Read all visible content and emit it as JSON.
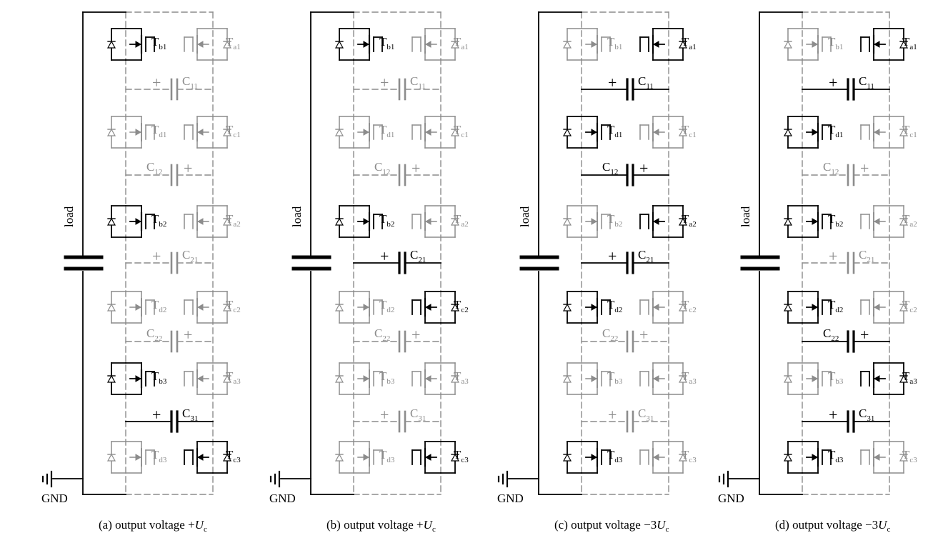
{
  "colors": {
    "active": "#000000",
    "inactive": "#8c8c8c",
    "background": "#ffffff"
  },
  "labels": {
    "load": "load",
    "gnd": "GND",
    "plus": "+",
    "cap_main": "C",
    "tr_main": "T",
    "out_prefix": "output voltage ",
    "out_sub": "c"
  },
  "panels": [
    {
      "id": "a",
      "tag": "(a)",
      "voltage": "+",
      "voltage_var": "U",
      "left_switches": [
        {
          "name": "b1",
          "state": "on"
        },
        {
          "name": "d1",
          "state": "off"
        },
        {
          "name": "b2",
          "state": "on"
        },
        {
          "name": "d2",
          "state": "off"
        },
        {
          "name": "b3",
          "state": "on"
        },
        {
          "name": "d3",
          "state": "off"
        }
      ],
      "right_switches": [
        {
          "name": "a1",
          "state": "off"
        },
        {
          "name": "c1",
          "state": "off"
        },
        {
          "name": "a2",
          "state": "off"
        },
        {
          "name": "c2",
          "state": "off"
        },
        {
          "name": "a3",
          "state": "off"
        },
        {
          "name": "c3",
          "state": "on"
        }
      ],
      "capacitors": [
        {
          "name": "11",
          "state": "off",
          "plus_side": "left"
        },
        {
          "name": "12",
          "state": "off",
          "plus_side": "right"
        },
        {
          "name": "21",
          "state": "off",
          "plus_side": "left"
        },
        {
          "name": "22",
          "state": "off",
          "plus_side": "right"
        },
        {
          "name": "31",
          "state": "on",
          "plus_side": "left"
        }
      ]
    },
    {
      "id": "b",
      "tag": "(b)",
      "voltage": "+",
      "voltage_var": "U",
      "left_switches": [
        {
          "name": "b1",
          "state": "on"
        },
        {
          "name": "d1",
          "state": "off"
        },
        {
          "name": "b2",
          "state": "on"
        },
        {
          "name": "d2",
          "state": "off"
        },
        {
          "name": "b3",
          "state": "off"
        },
        {
          "name": "d3",
          "state": "off"
        }
      ],
      "right_switches": [
        {
          "name": "a1",
          "state": "off"
        },
        {
          "name": "c1",
          "state": "off"
        },
        {
          "name": "a2",
          "state": "off"
        },
        {
          "name": "c2",
          "state": "on"
        },
        {
          "name": "a3",
          "state": "off"
        },
        {
          "name": "c3",
          "state": "on"
        }
      ],
      "capacitors": [
        {
          "name": "11",
          "state": "off",
          "plus_side": "left"
        },
        {
          "name": "12",
          "state": "off",
          "plus_side": "right"
        },
        {
          "name": "21",
          "state": "on",
          "plus_side": "left"
        },
        {
          "name": "22",
          "state": "off",
          "plus_side": "right"
        },
        {
          "name": "31",
          "state": "off",
          "plus_side": "left"
        }
      ]
    },
    {
      "id": "c",
      "tag": "(c)",
      "voltage": "−3",
      "voltage_var": "U",
      "left_switches": [
        {
          "name": "b1",
          "state": "off"
        },
        {
          "name": "d1",
          "state": "on"
        },
        {
          "name": "b2",
          "state": "off"
        },
        {
          "name": "d2",
          "state": "on"
        },
        {
          "name": "b3",
          "state": "off"
        },
        {
          "name": "d3",
          "state": "on"
        }
      ],
      "right_switches": [
        {
          "name": "a1",
          "state": "on"
        },
        {
          "name": "c1",
          "state": "off"
        },
        {
          "name": "a2",
          "state": "on"
        },
        {
          "name": "c2",
          "state": "off"
        },
        {
          "name": "a3",
          "state": "off"
        },
        {
          "name": "c3",
          "state": "off"
        }
      ],
      "capacitors": [
        {
          "name": "11",
          "state": "on",
          "plus_side": "left"
        },
        {
          "name": "12",
          "state": "on",
          "plus_side": "right"
        },
        {
          "name": "21",
          "state": "on",
          "plus_side": "left"
        },
        {
          "name": "22",
          "state": "off",
          "plus_side": "right"
        },
        {
          "name": "31",
          "state": "off",
          "plus_side": "left"
        }
      ]
    },
    {
      "id": "d",
      "tag": "(d)",
      "voltage": "−3",
      "voltage_var": "U",
      "left_switches": [
        {
          "name": "b1",
          "state": "off"
        },
        {
          "name": "d1",
          "state": "on"
        },
        {
          "name": "b2",
          "state": "on"
        },
        {
          "name": "d2",
          "state": "on"
        },
        {
          "name": "b3",
          "state": "off"
        },
        {
          "name": "d3",
          "state": "on"
        }
      ],
      "right_switches": [
        {
          "name": "a1",
          "state": "on"
        },
        {
          "name": "c1",
          "state": "off"
        },
        {
          "name": "a2",
          "state": "off"
        },
        {
          "name": "c2",
          "state": "off"
        },
        {
          "name": "a3",
          "state": "on"
        },
        {
          "name": "c3",
          "state": "off"
        }
      ],
      "capacitors": [
        {
          "name": "11",
          "state": "on",
          "plus_side": "left"
        },
        {
          "name": "12",
          "state": "off",
          "plus_side": "right"
        },
        {
          "name": "21",
          "state": "off",
          "plus_side": "left"
        },
        {
          "name": "22",
          "state": "on",
          "plus_side": "right"
        },
        {
          "name": "31",
          "state": "on",
          "plus_side": "left"
        }
      ]
    }
  ]
}
